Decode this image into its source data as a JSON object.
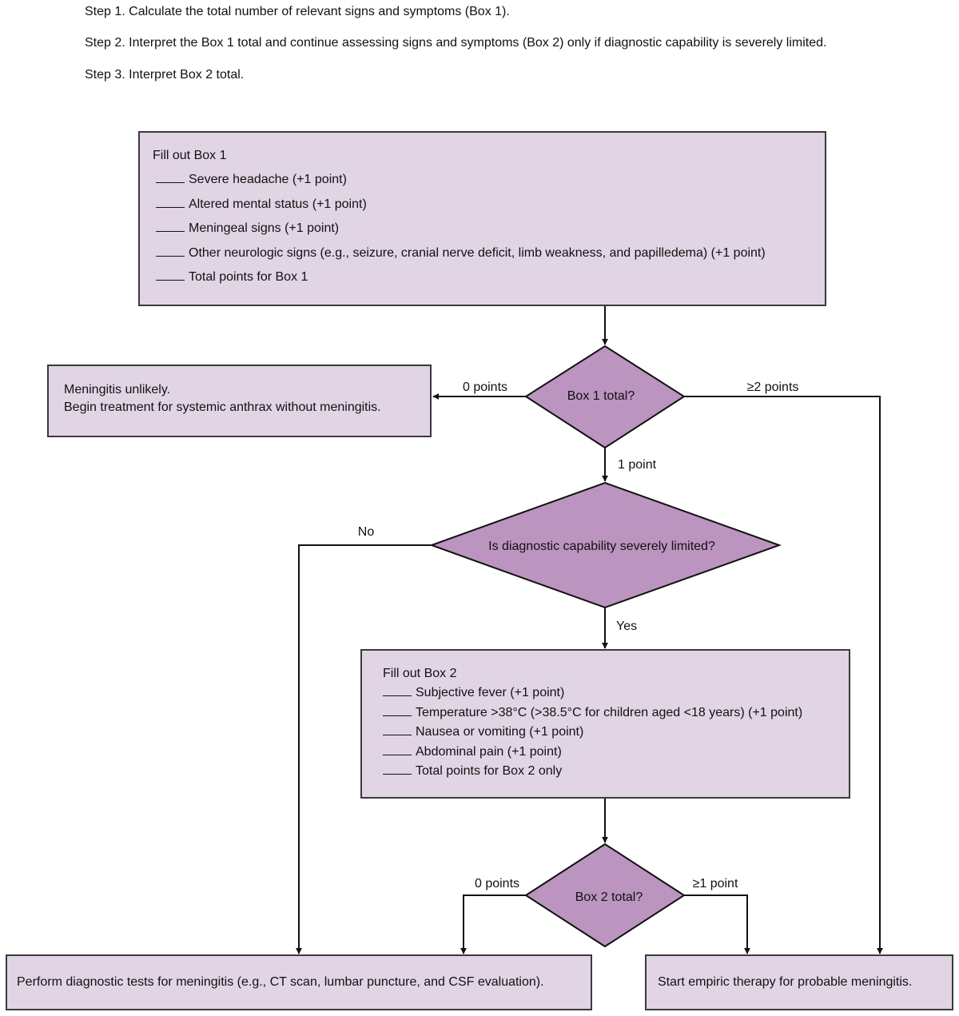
{
  "steps": [
    "Step 1. Calculate the total number of relevant signs and symptoms (Box 1).",
    "Step 2. Interpret the Box 1 total and continue assessing signs and symptoms (Box 2) only if diagnostic capability is severely limited.",
    "Step 3. Interpret Box 2 total."
  ],
  "box1": {
    "title": "Fill out Box 1",
    "items": [
      "Severe headache (+1 point)",
      "Altered mental status (+1 point)",
      "Meningeal signs (+1 point)",
      "Other neurologic signs (e.g., seizure, cranial nerve deficit, limb weakness, and papilledema) (+1 point)",
      "Total points for Box 1"
    ]
  },
  "decision1": {
    "label": "Box 1 total?",
    "left_branch": "0 points",
    "right_branch": "≥2 points",
    "down_branch": "1 point"
  },
  "unlikely_box": {
    "line1": "Meningitis unlikely.",
    "line2": "Begin treatment for systemic anthrax without meningitis."
  },
  "decision2": {
    "label": "Is diagnostic capability severely limited?",
    "no_branch": "No",
    "yes_branch": "Yes"
  },
  "box2": {
    "title": "Fill out Box 2",
    "items": [
      "Subjective fever (+1 point)",
      "Temperature >38°C (>38.5°C for children aged <18 years) (+1 point)",
      "Nausea or vomiting (+1 point)",
      "Abdominal pain (+1 point)",
      "Total points for Box 2 only"
    ]
  },
  "decision3": {
    "label": "Box 2 total?",
    "left_branch": "0 points",
    "right_branch": "≥1 point"
  },
  "diagnostic_box": {
    "text": "Perform diagnostic tests for meningitis (e.g., CT scan, lumbar puncture, and CSF evaluation)."
  },
  "empiric_box": {
    "text": "Start empiric therapy for probable meningitis."
  },
  "colors": {
    "box_fill": "#e1d5e5",
    "diamond_fill": "#bb94bf",
    "line": "#111111"
  }
}
